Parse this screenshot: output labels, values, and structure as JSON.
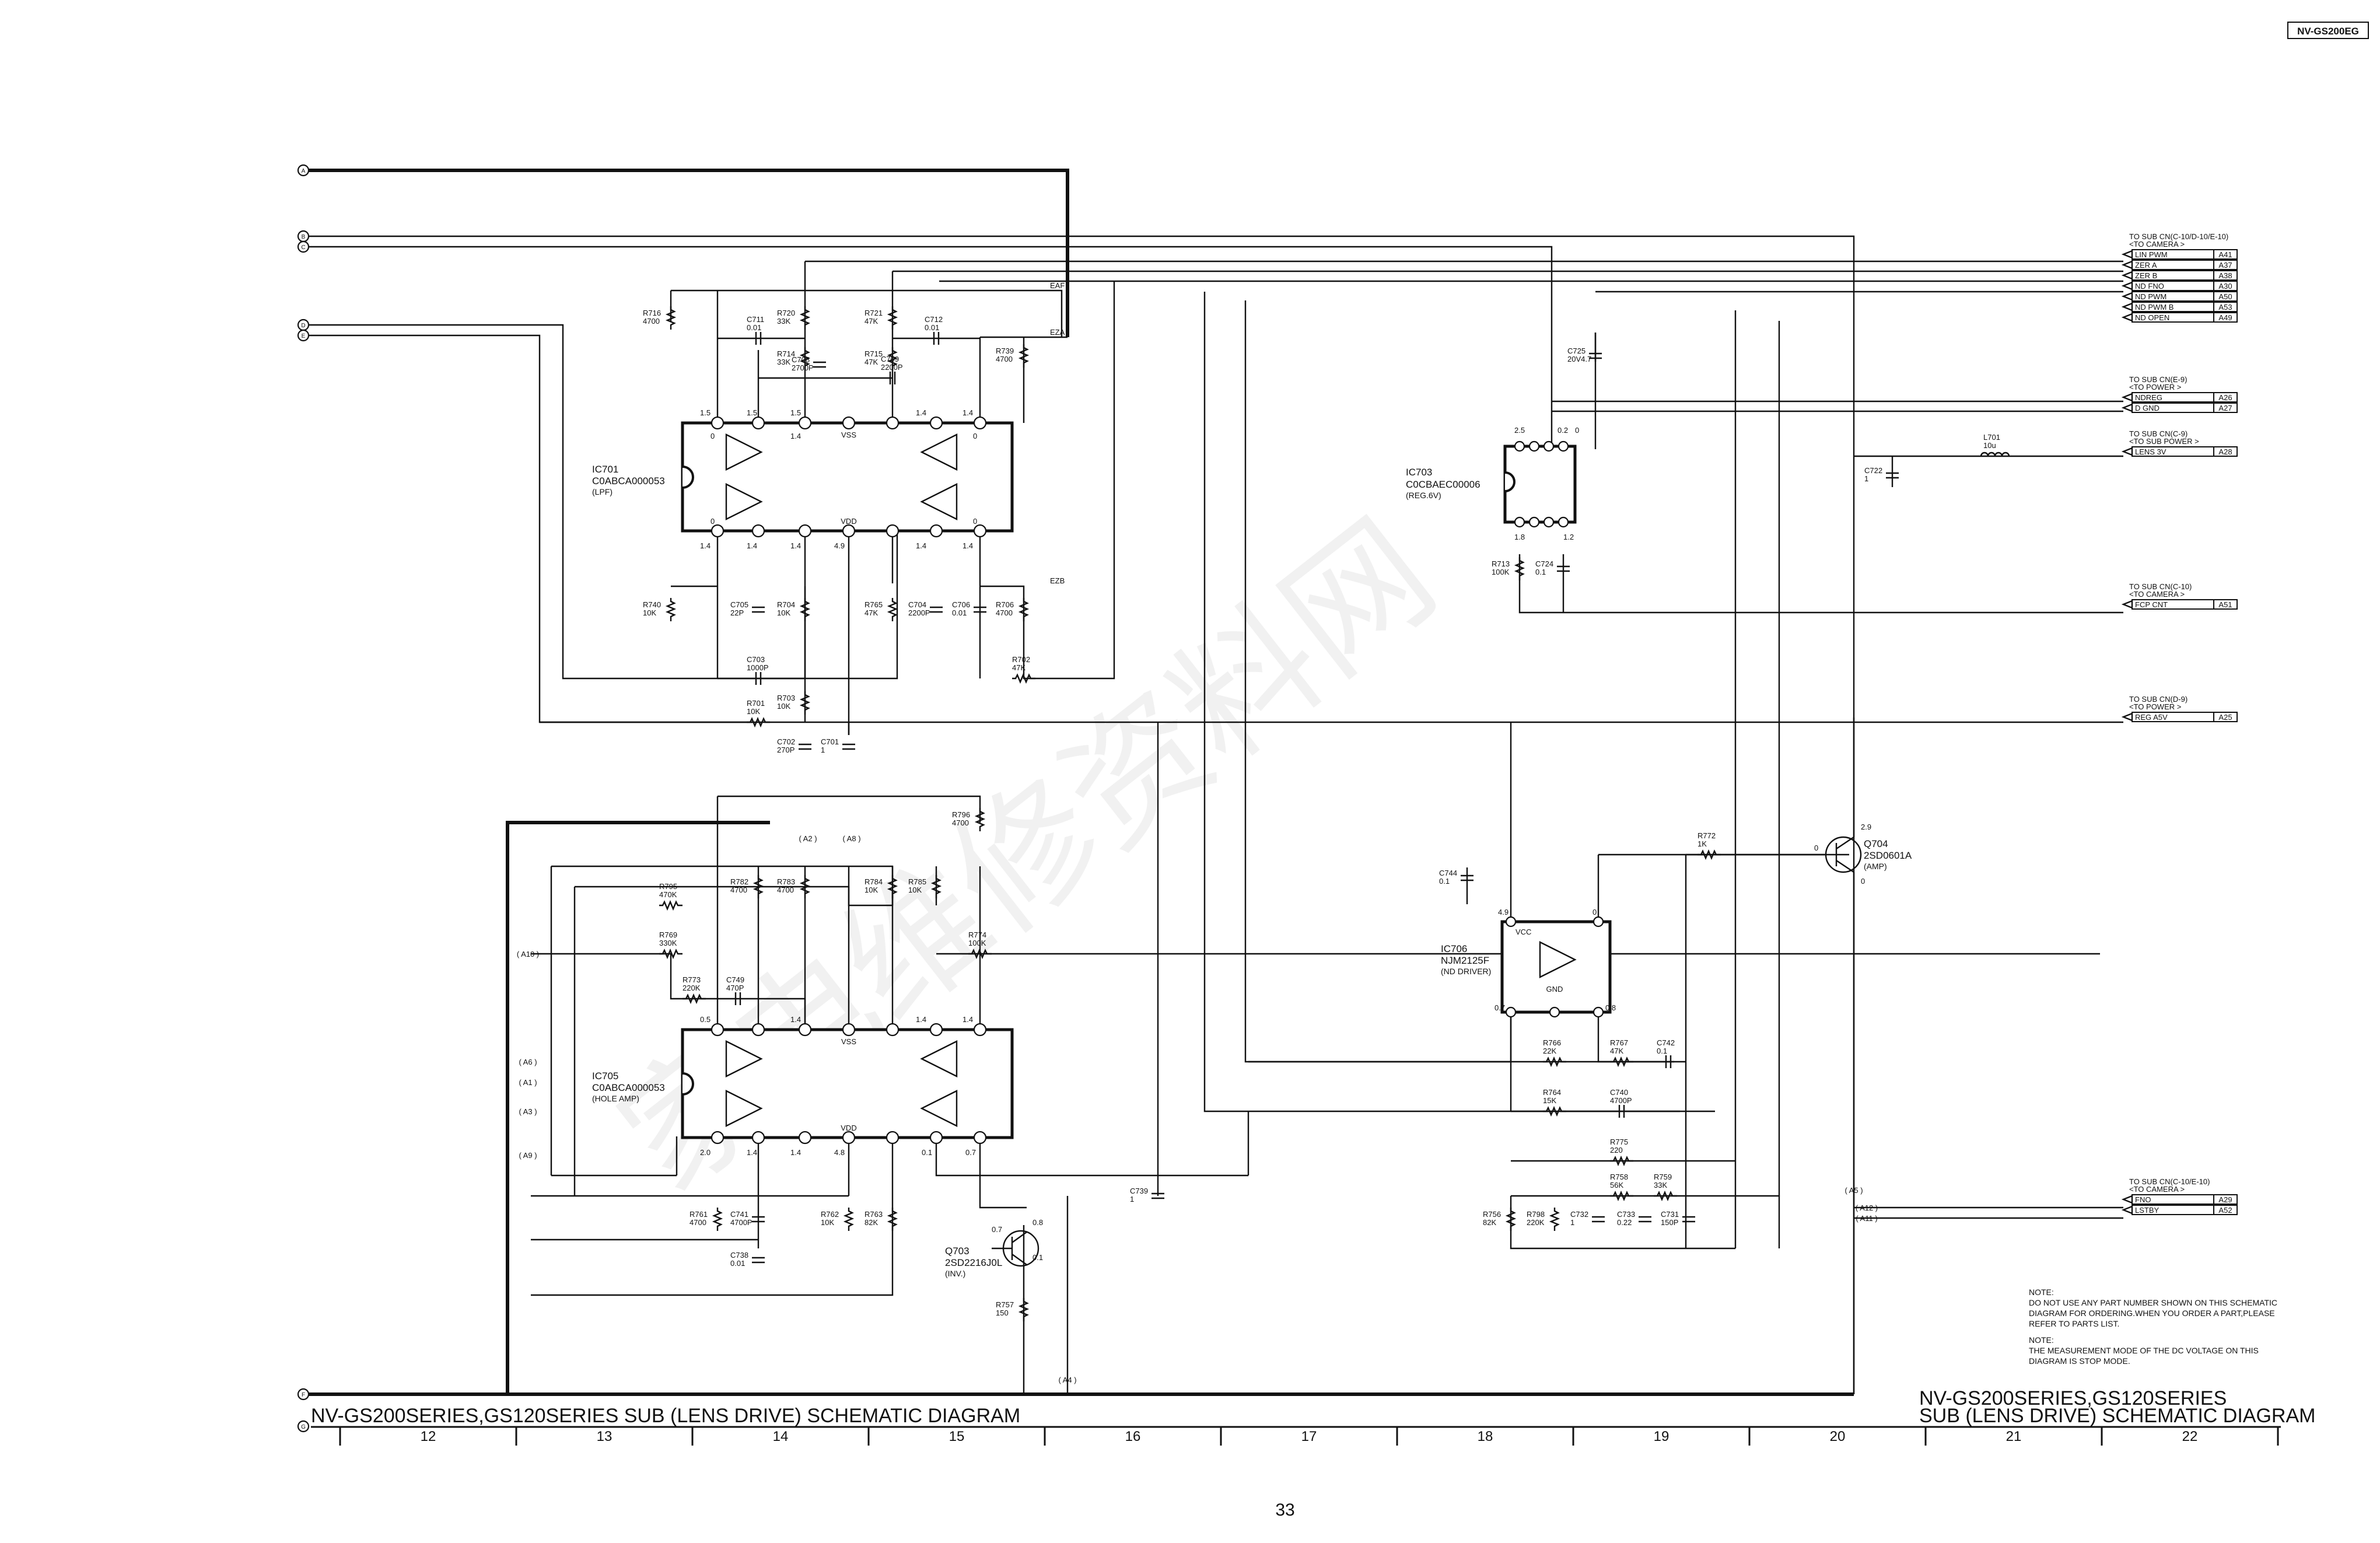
{
  "header": {
    "model_badge": "NV-GS200EG"
  },
  "titles": {
    "left": "NV-GS200SERIES,GS120SERIES SUB (LENS DRIVE) SCHEMATIC DIAGRAM",
    "right_line1": "NV-GS200SERIES,GS120SERIES",
    "right_line2": "SUB (LENS DRIVE) SCHEMATIC DIAGRAM"
  },
  "grid_columns": [
    "12",
    "13",
    "14",
    "15",
    "16",
    "17",
    "18",
    "19",
    "20",
    "21",
    "22"
  ],
  "page_number": "33",
  "watermark": "家电维修资料网",
  "left_connectors": [
    "A",
    "B",
    "C",
    "D",
    "E",
    "F",
    "G"
  ],
  "ics": [
    {
      "ref": "IC701",
      "part": "C0ABCA000053",
      "note": "(LPF)"
    },
    {
      "ref": "IC703",
      "part": "C0CBAEC00006",
      "note": "(REG.6V)"
    },
    {
      "ref": "IC705",
      "part": "C0ABCA000053",
      "note": "(HOLE AMP)"
    },
    {
      "ref": "IC706",
      "part": "NJM2125F",
      "note": "(ND DRIVER)"
    }
  ],
  "transistors": [
    {
      "ref": "Q703",
      "part": "2SD2216J0L",
      "note": "(INV.)"
    },
    {
      "ref": "Q704",
      "part": "2SD0601A",
      "note": "(AMP)"
    }
  ],
  "ic_pin_labels": {
    "vss": "VSS",
    "vdd": "VDD",
    "vcc": "VCC",
    "gnd": "GND"
  },
  "net_labels": [
    "EAF",
    "EZA",
    "EZB"
  ],
  "components": [
    {
      "ref": "R716",
      "val": "4700"
    },
    {
      "ref": "C711",
      "val": "0.01"
    },
    {
      "ref": "R720",
      "val": "33K"
    },
    {
      "ref": "R721",
      "val": "47K"
    },
    {
      "ref": "C712",
      "val": "0.01"
    },
    {
      "ref": "R714",
      "val": "33K"
    },
    {
      "ref": "C708",
      "val": "2700P"
    },
    {
      "ref": "C709",
      "val": "2200P"
    },
    {
      "ref": "R715",
      "val": "47K"
    },
    {
      "ref": "R739",
      "val": "4700"
    },
    {
      "ref": "C725",
      "val": "20V4.7"
    },
    {
      "ref": "R740",
      "val": "10K"
    },
    {
      "ref": "C705",
      "val": "22P"
    },
    {
      "ref": "R704",
      "val": "10K"
    },
    {
      "ref": "R765",
      "val": "47K"
    },
    {
      "ref": "C704",
      "val": "2200P"
    },
    {
      "ref": "C706",
      "val": "0.01"
    },
    {
      "ref": "R706",
      "val": "4700"
    },
    {
      "ref": "C703",
      "val": "1000P"
    },
    {
      "ref": "R702",
      "val": "47K"
    },
    {
      "ref": "R701",
      "val": "10K"
    },
    {
      "ref": "R703",
      "val": "10K"
    },
    {
      "ref": "C702",
      "val": "270P"
    },
    {
      "ref": "C701",
      "val": "1"
    },
    {
      "ref": "C722",
      "val": "1"
    },
    {
      "ref": "L701",
      "val": "10u"
    },
    {
      "ref": "R713",
      "val": "100K"
    },
    {
      "ref": "C724",
      "val": "0.1"
    },
    {
      "ref": "R796",
      "val": "4700"
    },
    {
      "ref": "R795",
      "val": "470K"
    },
    {
      "ref": "R782",
      "val": "4700"
    },
    {
      "ref": "R783",
      "val": "4700"
    },
    {
      "ref": "R784",
      "val": "10K"
    },
    {
      "ref": "R785",
      "val": "10K"
    },
    {
      "ref": "R769",
      "val": "330K"
    },
    {
      "ref": "R774",
      "val": "100K"
    },
    {
      "ref": "R773",
      "val": "220K"
    },
    {
      "ref": "C749",
      "val": "470P"
    },
    {
      "ref": "C744",
      "val": "0.1"
    },
    {
      "ref": "R772",
      "val": "1K"
    },
    {
      "ref": "R766",
      "val": "22K"
    },
    {
      "ref": "R767",
      "val": "47K"
    },
    {
      "ref": "C742",
      "val": "0.1"
    },
    {
      "ref": "R764",
      "val": "15K"
    },
    {
      "ref": "C740",
      "val": "4700P"
    },
    {
      "ref": "R775",
      "val": "220"
    },
    {
      "ref": "R758",
      "val": "56K"
    },
    {
      "ref": "R759",
      "val": "33K"
    },
    {
      "ref": "R756",
      "val": "82K"
    },
    {
      "ref": "R798",
      "val": "220K"
    },
    {
      "ref": "C732",
      "val": "1"
    },
    {
      "ref": "C733",
      "val": "0.22"
    },
    {
      "ref": "C731",
      "val": "150P"
    },
    {
      "ref": "C739",
      "val": "1"
    },
    {
      "ref": "R761",
      "val": "4700"
    },
    {
      "ref": "C741",
      "val": "4700P"
    },
    {
      "ref": "R762",
      "val": "10K"
    },
    {
      "ref": "R763",
      "val": "82K"
    },
    {
      "ref": "C738",
      "val": "0.01"
    },
    {
      "ref": "R757",
      "val": "150"
    }
  ],
  "voltages": [
    "1.5",
    "1.5",
    "1.5",
    "1.4",
    "1.4",
    "0",
    "0",
    "1.4",
    "1.4",
    "1.4",
    "4.9",
    "1.4",
    "1.4",
    "1.4",
    "0",
    "0",
    "2.5",
    "0.2",
    "0",
    "1.8",
    "1.2",
    "0.5",
    "1.4",
    "1.4",
    "1.4",
    "2.0",
    "1.4",
    "1.4",
    "4.8",
    "0.1",
    "0.7",
    "0.7",
    "0.8",
    "0.1",
    "4.9",
    "0",
    "0.7",
    "0.8",
    "2.9",
    "0",
    "0"
  ],
  "right_groups": [
    {
      "title": "TO SUB CN(C-10/D-10/E-10)",
      "sub": "<TO CAMERA >",
      "rows": [
        [
          "LIN PWM",
          "A41"
        ],
        [
          "ZER A",
          "A37"
        ],
        [
          "ZER B",
          "A38"
        ],
        [
          "ND FNO",
          "A30"
        ],
        [
          "ND PWM",
          "A50"
        ],
        [
          "ND PWM B",
          "A53"
        ],
        [
          "ND OPEN",
          "A49"
        ]
      ]
    },
    {
      "title": "TO SUB CN(E-9)",
      "sub": "<TO POWER >",
      "rows": [
        [
          "NDREG",
          "A26"
        ],
        [
          "D GND",
          "A27"
        ]
      ]
    },
    {
      "title": "TO SUB CN(C-9)",
      "sub": "<TO SUB POWER >",
      "rows": [
        [
          "LENS 3V",
          "A28"
        ]
      ]
    },
    {
      "title": "TO SUB CN(C-10)",
      "sub": "<TO CAMERA >",
      "rows": [
        [
          "FCP CNT",
          "A51"
        ]
      ]
    },
    {
      "title": "TO SUB CN(D-9)",
      "sub": "<TO POWER >",
      "rows": [
        [
          "REG A5V",
          "A25"
        ]
      ]
    },
    {
      "title": "TO SUB CN(C-10/E-10)",
      "sub": "<TO CAMERA >",
      "rows": [
        [
          "FNO",
          "A29"
        ],
        [
          "LSTBY",
          "A52"
        ]
      ]
    }
  ],
  "offpage_refs": [
    "A2",
    "A8",
    "A10",
    "A6",
    "A1",
    "A3",
    "A9",
    "A4",
    "A5",
    "A12",
    "A11"
  ],
  "notes": [
    "NOTE:",
    "DO NOT USE ANY PART NUMBER SHOWN ON THIS SCHEMATIC",
    "DIAGRAM FOR ORDERING.WHEN YOU ORDER A PART,PLEASE",
    "REFER TO PARTS LIST.",
    "NOTE:",
    "THE MEASUREMENT MODE OF THE DC VOLTAGE ON THIS",
    "DIAGRAM IS STOP MODE."
  ]
}
